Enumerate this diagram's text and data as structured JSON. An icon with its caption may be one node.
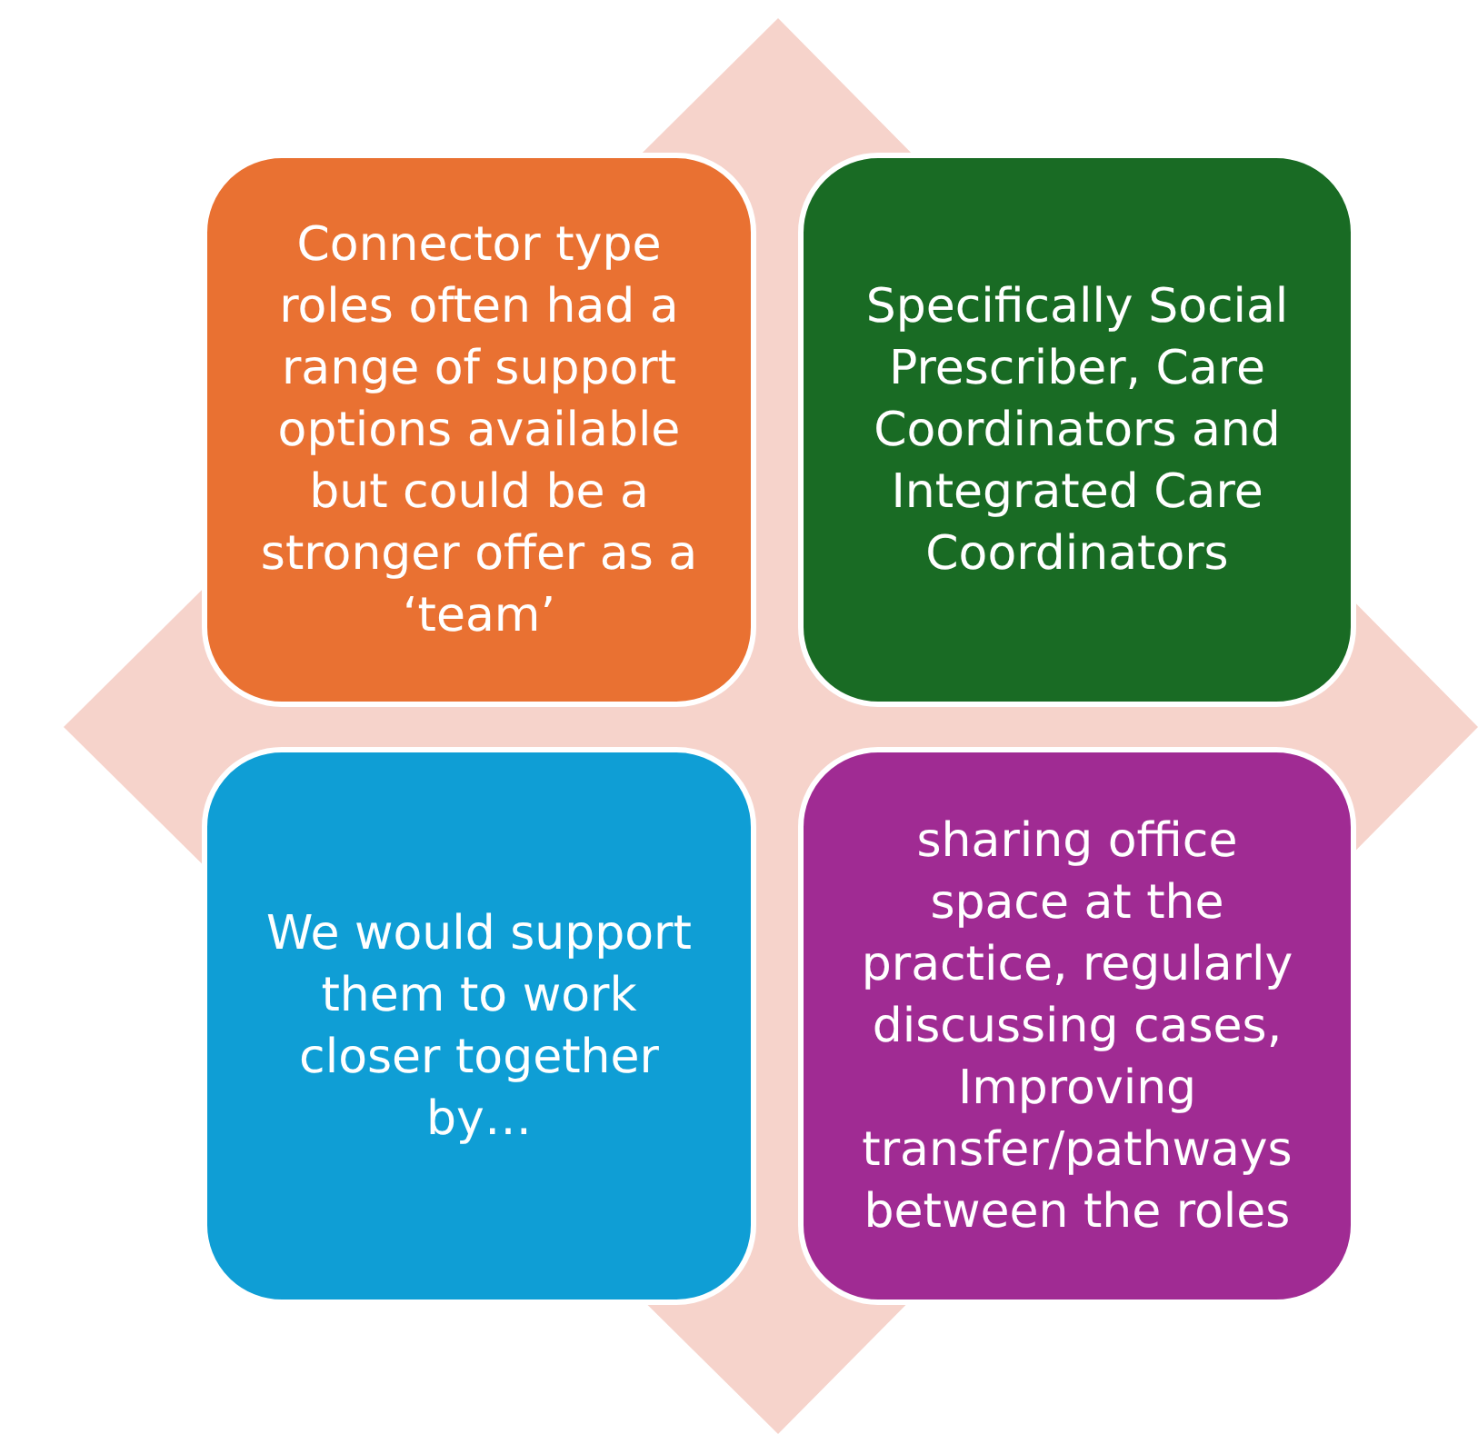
{
  "diagram": {
    "nodes": [
      {
        "text": [
          "Connector type roles often had a range of support options available but could be a stronger offer as a ‘team’"
        ]
      },
      {
        "text": [
          "Specifically Social Prescriber, Care Coordinators and Integrated Care Coordinators"
        ]
      },
      {
        "text": [
          "We would support them to work closer together by…"
        ]
      },
      {
        "text": [
          "sharing office space at the practice, regularly discussing cases, Improving transfer/pathways between the roles"
        ]
      }
    ]
  }
}
